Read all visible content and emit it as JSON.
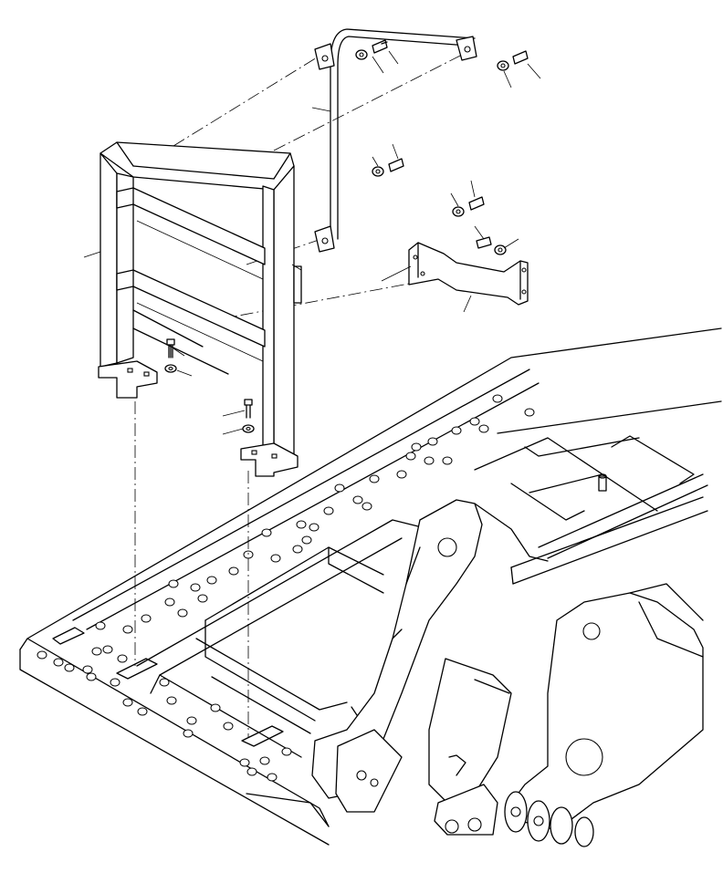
{
  "drawing": {
    "labels": [],
    "colors": {
      "line": "#000000",
      "background": "#ffffff"
    },
    "parts": [
      "handrail-frame",
      "grab-handle",
      "mounting-bracket",
      "bolt",
      "washer",
      "platform-deck",
      "boom-foot-bracket"
    ]
  }
}
